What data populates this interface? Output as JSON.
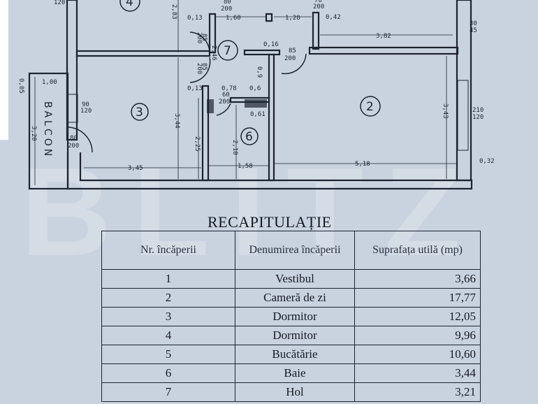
{
  "watermark": "BLITZ",
  "plan": {
    "balcony_label": "BALCON",
    "rooms": [
      "4",
      "7",
      "3",
      "2",
      "6"
    ],
    "dimensions": {
      "d120a": "120",
      "d283": "2,83",
      "d013a": "0,13",
      "d160": "1,60",
      "d128": "1,28",
      "d042": "0,42",
      "d80_200": "80",
      "d200a": "200",
      "d70": "70",
      "d200b": "200",
      "d382": "3,82",
      "d30": "30",
      "d45": "45",
      "d85a": "85",
      "d200c": "200",
      "d85b": "85",
      "d200d": "200",
      "d246": "2,46",
      "d016": "0,16",
      "d85c": "85",
      "d200e": "200",
      "d005": "0,05",
      "d100": "1,00",
      "d90": "90",
      "d120b": "120",
      "d320": "3,20",
      "d80b": "80",
      "d200f": "200",
      "d344": "3,44",
      "d013b": "0,13",
      "d078": "0,78",
      "d06": "0,6",
      "d09": "0,9",
      "d60": "60",
      "d200g": "200",
      "d061": "0,61",
      "d225": "2,25",
      "d218": "2,18",
      "d345": "3,45",
      "d158": "1,58",
      "d518": "5,18",
      "d343": "3,43",
      "d210": "210",
      "d120c": "120",
      "d032": "0,32"
    }
  },
  "summary": {
    "title": "RECAPITULAȚIE",
    "headers": [
      "Nr. încăperii",
      "Denumirea încăperii",
      "Suprafața utilă (mp)"
    ],
    "rows": [
      {
        "nr": "1",
        "name": "Vestibul",
        "area": "3,66"
      },
      {
        "nr": "2",
        "name": "Cameră de zi",
        "area": "17,77"
      },
      {
        "nr": "3",
        "name": "Dormitor",
        "area": "12,05"
      },
      {
        "nr": "4",
        "name": "Dormitor",
        "area": "9,96"
      },
      {
        "nr": "5",
        "name": "Bucătărie",
        "area": "10,60"
      },
      {
        "nr": "6",
        "name": "Baie",
        "area": "3,44"
      },
      {
        "nr": "7",
        "name": "Hol",
        "area": "3,21"
      }
    ]
  }
}
